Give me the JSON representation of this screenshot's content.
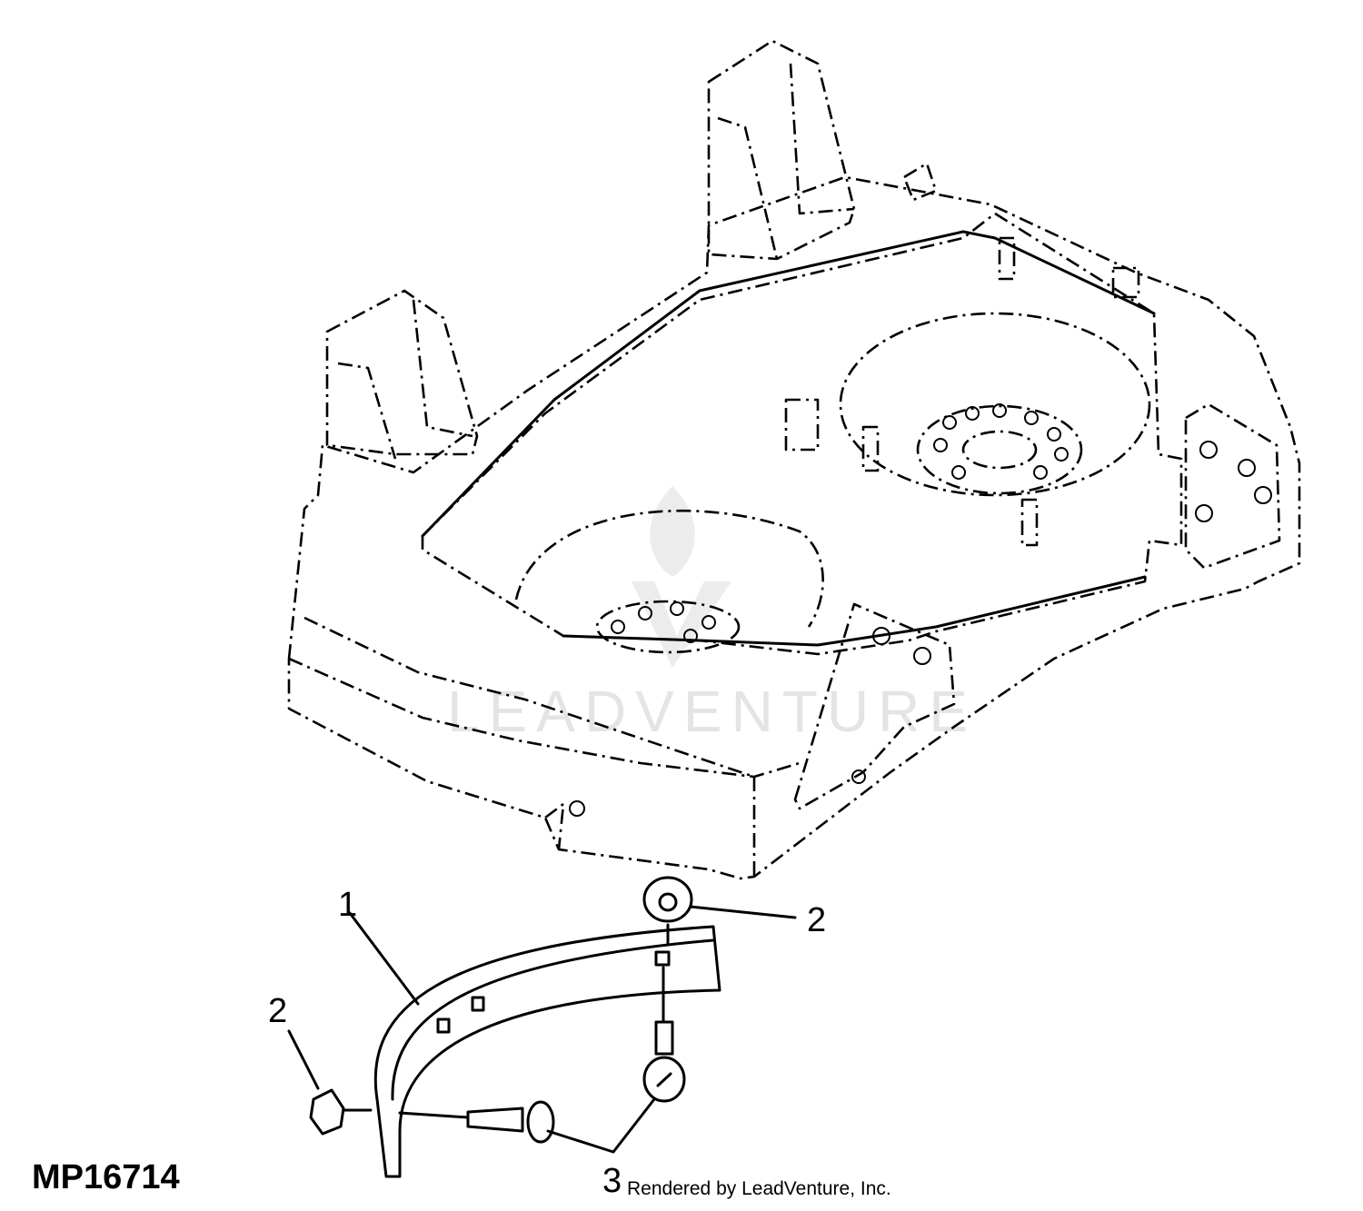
{
  "figure_id": "MP16714",
  "credit": "Rendered by LeadVenture, Inc.",
  "watermark": "LEADVENTURE",
  "callouts": [
    {
      "number": "1",
      "part": "deflector"
    },
    {
      "number": "2",
      "part": "nut"
    },
    {
      "number": "2",
      "part": "nut"
    },
    {
      "number": "3",
      "part": "bolt"
    }
  ]
}
